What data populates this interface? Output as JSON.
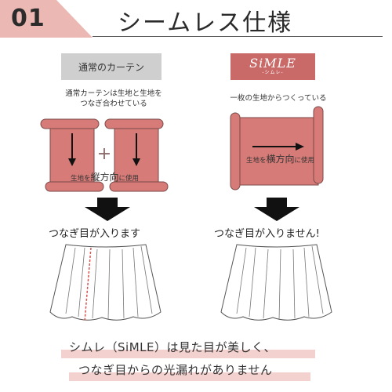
{
  "header": {
    "number": "01",
    "title": "シームレス仕様"
  },
  "colors": {
    "accent": "#d67b78",
    "header_wedge": "#ebb8b3",
    "fabric": "#d67b78",
    "fabric_stroke": "#7a4a48",
    "normal_label_bg": "#cfcfcf",
    "simle_label_bg": "#c96a68",
    "highlight": "#f3d1cf"
  },
  "left": {
    "label": "通常のカーテン",
    "description": "通常カーテンは生地と生地を\nつなぎ合わせている",
    "plus": "+",
    "caption_pre": "生地を",
    "caption_emph": "縦方向",
    "caption_post": "に使用",
    "result": "つなぎ目が入ります"
  },
  "right": {
    "brand_logo": "SiMLE",
    "brand_sub": "-シムレ-",
    "description": "一枚の生地からつくっている",
    "caption_pre": "生地を",
    "caption_emph": "横方向",
    "caption_post": "に使用",
    "result": "つなぎ目が入りません!"
  },
  "statement": {
    "line1": "シムレ（SiMLE）は見た目が美しく、",
    "line2": "つなぎ目からの光漏れがありません"
  }
}
